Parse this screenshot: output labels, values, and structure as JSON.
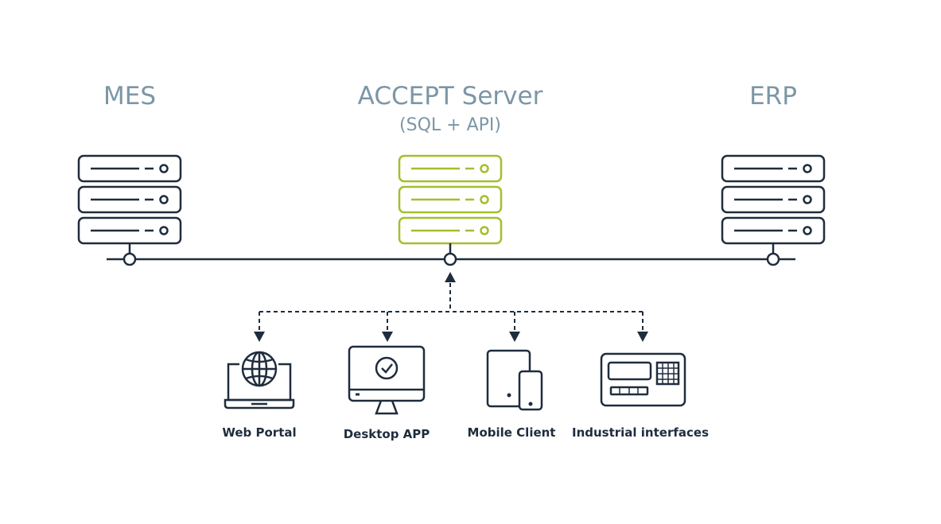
{
  "colors": {
    "dark": "#1f2d3d",
    "accent": "#a3bf2e",
    "title": "#7c96a6",
    "background": "#ffffff"
  },
  "nodes": {
    "mes": {
      "title": "MES",
      "icon": "server-icon"
    },
    "server": {
      "title": "ACCEPT Server",
      "subtitle": "(SQL + API)",
      "icon": "server-icon"
    },
    "erp": {
      "title": "ERP",
      "icon": "server-icon"
    }
  },
  "clients": [
    {
      "label": "Web Portal",
      "icon": "laptop-globe-icon"
    },
    {
      "label": "Desktop APP",
      "icon": "desktop-monitor-icon"
    },
    {
      "label": "Mobile Client",
      "icon": "tablet-phone-icon"
    },
    {
      "label": "Industrial interfaces",
      "icon": "industrial-terminal-icon"
    }
  ]
}
